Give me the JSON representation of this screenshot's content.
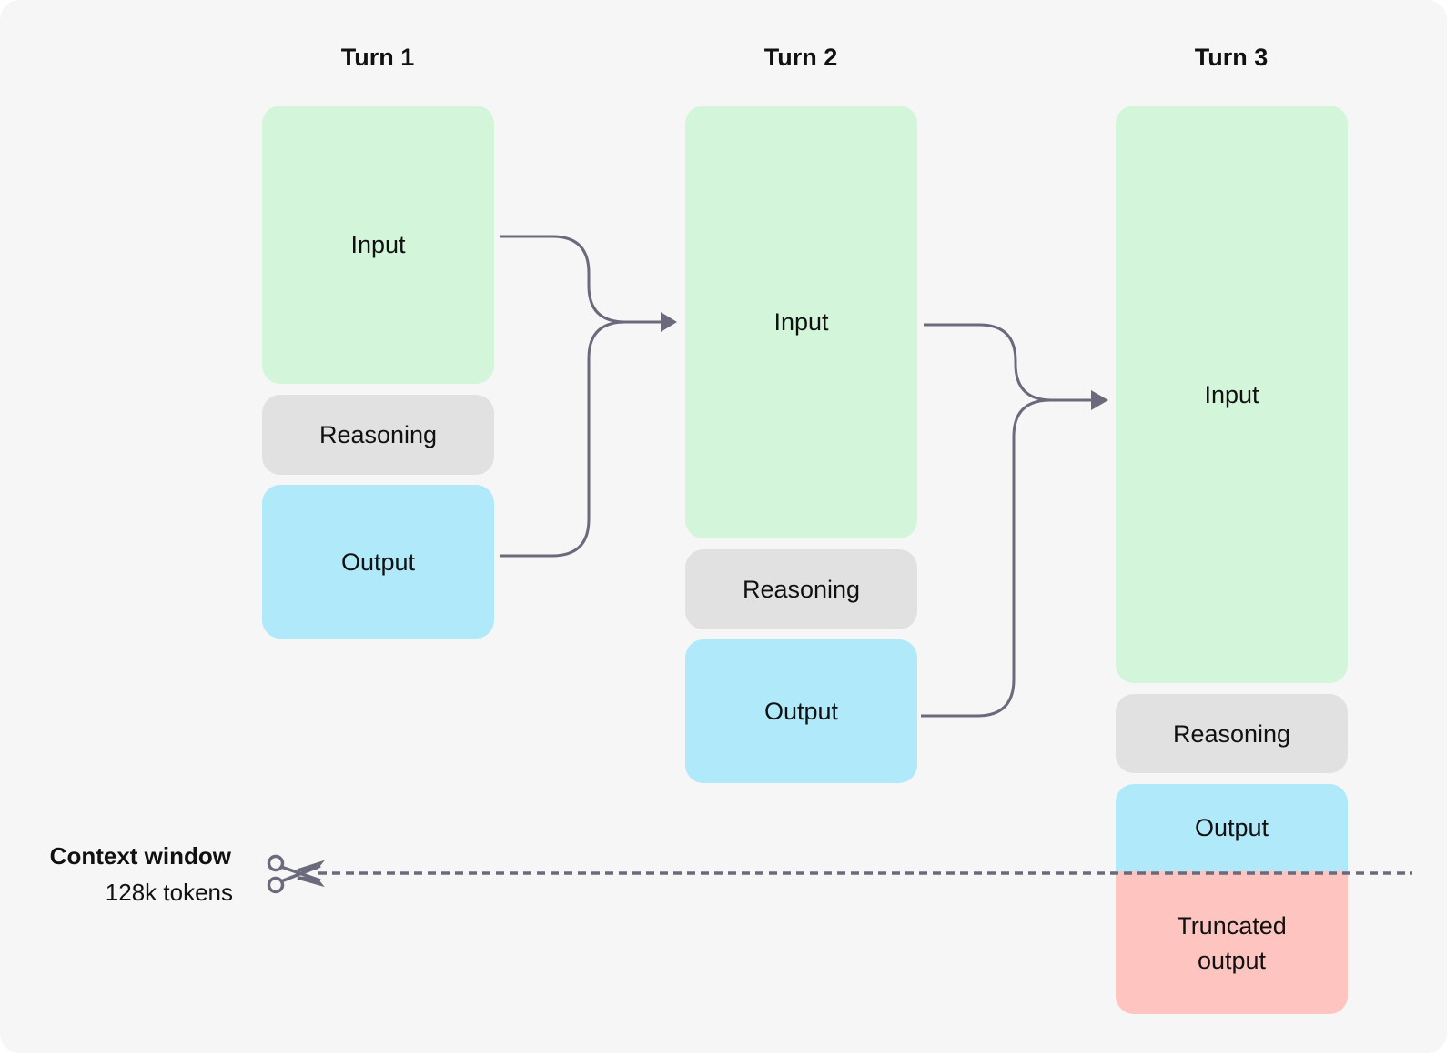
{
  "turns": [
    {
      "title": "Turn 1",
      "input": "Input",
      "reasoning": "Reasoning",
      "output": "Output"
    },
    {
      "title": "Turn 2",
      "input": "Input",
      "reasoning": "Reasoning",
      "output": "Output"
    },
    {
      "title": "Turn 3",
      "input": "Input",
      "reasoning": "Reasoning",
      "output": "Output",
      "truncated": "Truncated output"
    }
  ],
  "context_window": {
    "label": "Context window",
    "size": "128k tokens",
    "icon": "scissors-icon"
  },
  "colors": {
    "input": "#d3f5d9",
    "reasoning": "#e1e1e1",
    "output": "#b0eafa",
    "truncated": "#fec5c0",
    "connector": "#6b6a7c",
    "background": "#f6f6f6"
  }
}
